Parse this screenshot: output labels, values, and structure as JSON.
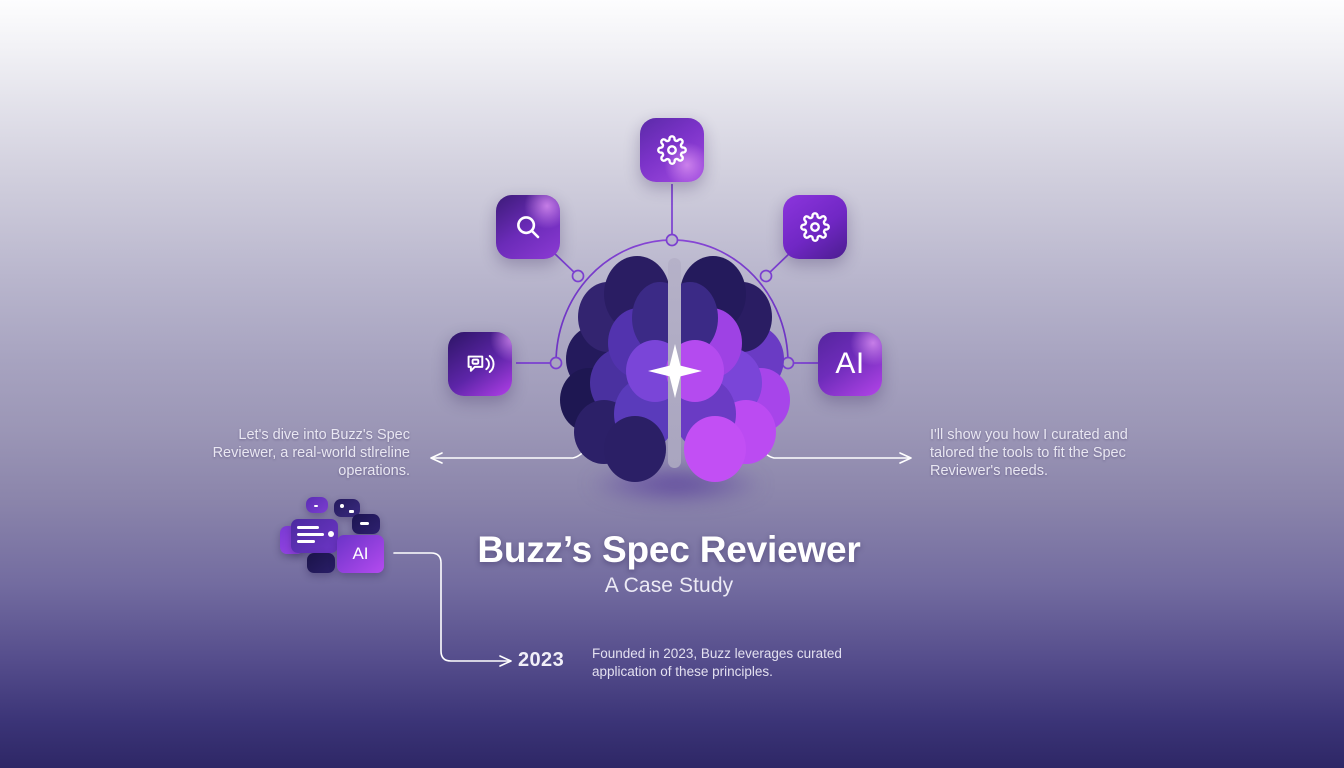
{
  "theme": {
    "bg_top": "#fdfdfe",
    "bg_bottom": "#2e2766",
    "accent_purple": "#8c3ad4",
    "accent_magenta": "#b344e8",
    "accent_indigo": "#2d1566",
    "text_light": "#ffffff",
    "connector_purple": "#7b3fd0",
    "connector_white": "#ffffff"
  },
  "captions": {
    "left": "Let's dive into Buzz's Spec Reviewer, a real-world stlreline operations.",
    "right": "I'll show you how I curated and talored the tools to fit the Spec Reviewer's needs."
  },
  "title_block": {
    "title": "Buzz’s Spec Reviewer",
    "subtitle": "A Case Study"
  },
  "timeline": {
    "year": "2023",
    "note": "Founded in 2023, Buzz leverages curated application of these principles."
  },
  "tiles": [
    {
      "id": "gear-top",
      "icon": "gear-icon",
      "label": ""
    },
    {
      "id": "search",
      "icon": "search-icon",
      "label": ""
    },
    {
      "id": "gear-right",
      "icon": "gear-icon",
      "label": ""
    },
    {
      "id": "chat",
      "icon": "chat-voice-icon",
      "label": ""
    },
    {
      "id": "ai",
      "icon": "ai-label-icon",
      "label": "AI"
    }
  ],
  "cluster": {
    "ai_label": "AI"
  },
  "figure": {
    "name": "ai-brain-illustration"
  }
}
